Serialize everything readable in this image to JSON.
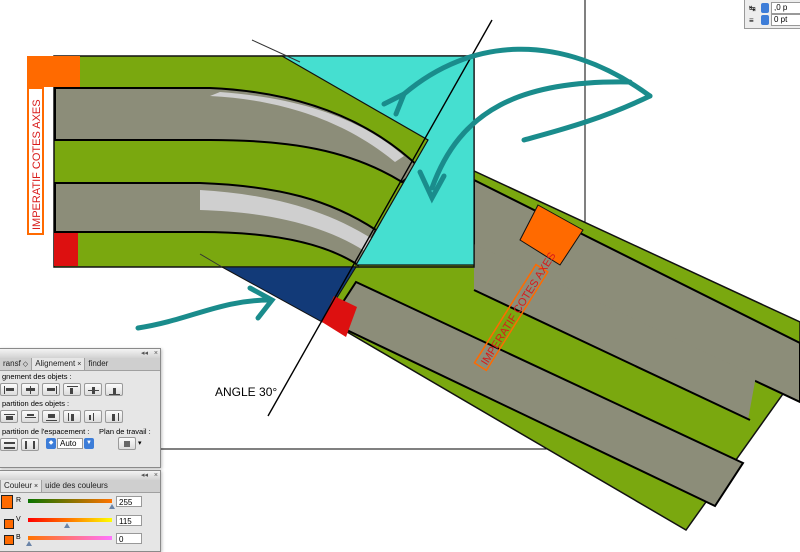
{
  "annotations": {
    "imperatif_left": "IMPERATIF COTES AXES",
    "imperatif_right": "IMPERATIF COTES AXES",
    "angle": "ANGLE 30°"
  },
  "colors": {
    "track_green": "#7aa80f",
    "rail_grey": "#8c8d79",
    "cyan_zone": "#45dfd0",
    "navy_zone": "#123a78",
    "orange_marker": "#ff6a00",
    "red_marker": "#dd1010",
    "teal_arrow": "#1a8c8c"
  },
  "paragraph_panel": {
    "rows": [
      {
        "icon": "indent-icon",
        "value": ",0 p"
      },
      {
        "icon": "space-after-icon",
        "value": "0 pt"
      }
    ]
  },
  "align_palette": {
    "tabs": [
      {
        "label": "ransf",
        "close": "◇"
      },
      {
        "label": "Alignement",
        "close": "×"
      },
      {
        "label": "finder",
        "close": ""
      }
    ],
    "sections": {
      "align_objects": "gnement des objets :",
      "distribute_objects": "partition des objets :",
      "distribute_spacing": "partition de l'espacement :",
      "align_to": "Plan de travail :"
    },
    "spacing_value": "Auto"
  },
  "color_palette": {
    "tabs": [
      {
        "label": "Couleur",
        "close": "×"
      },
      {
        "label": "uide des couleurs",
        "close": ""
      }
    ],
    "channels": [
      {
        "label": "R",
        "value": "255"
      },
      {
        "label": "V",
        "value": "115"
      },
      {
        "label": "B",
        "value": "0"
      }
    ]
  }
}
